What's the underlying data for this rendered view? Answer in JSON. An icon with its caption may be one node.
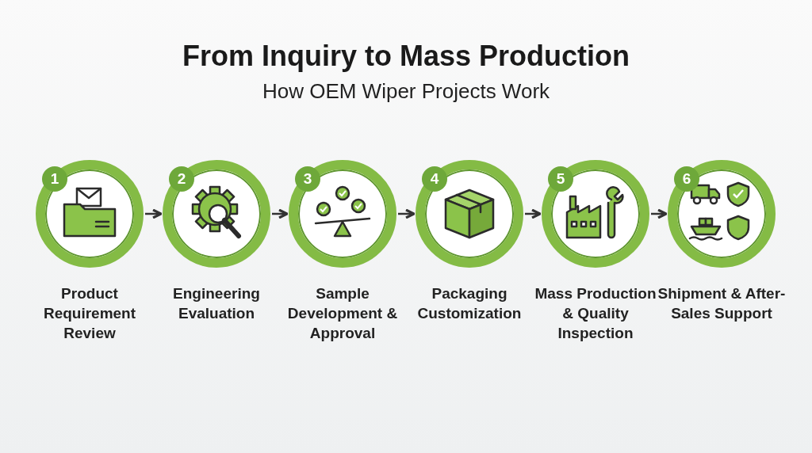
{
  "diagram": {
    "title": "From Inquiry to Mass Production",
    "nodes": [
      {
        "text": [
          "1"
        ],
        "beside": [
          "Product Requirement Review"
        ]
      },
      {
        "text": [
          "2"
        ],
        "beside": [
          "Engineering Evaluation"
        ]
      },
      {
        "text": [
          "3"
        ],
        "beside": [
          "Sample Development & Approval"
        ]
      },
      {
        "text": [
          "4"
        ],
        "beside": [
          "Packaging Customization"
        ]
      },
      {
        "text": [
          "5"
        ],
        "beside": [
          "Mass Production & Quality Inspection"
        ]
      },
      {
        "text": [
          "6"
        ],
        "beside": [
          "Shipment & After-Sales Support"
        ]
      }
    ],
    "edges": [
      {
        "from": 0,
        "to": 1,
        "arrow": "to"
      },
      {
        "from": 1,
        "to": 2,
        "arrow": "to"
      },
      {
        "from": 2,
        "to": 3,
        "arrow": "to"
      },
      {
        "from": 3,
        "to": 4,
        "arrow": "to"
      },
      {
        "from": 4,
        "to": 5,
        "arrow": "to"
      }
    ],
    "labels": [
      "How OEM Wiper Projects Work"
    ]
  }
}
